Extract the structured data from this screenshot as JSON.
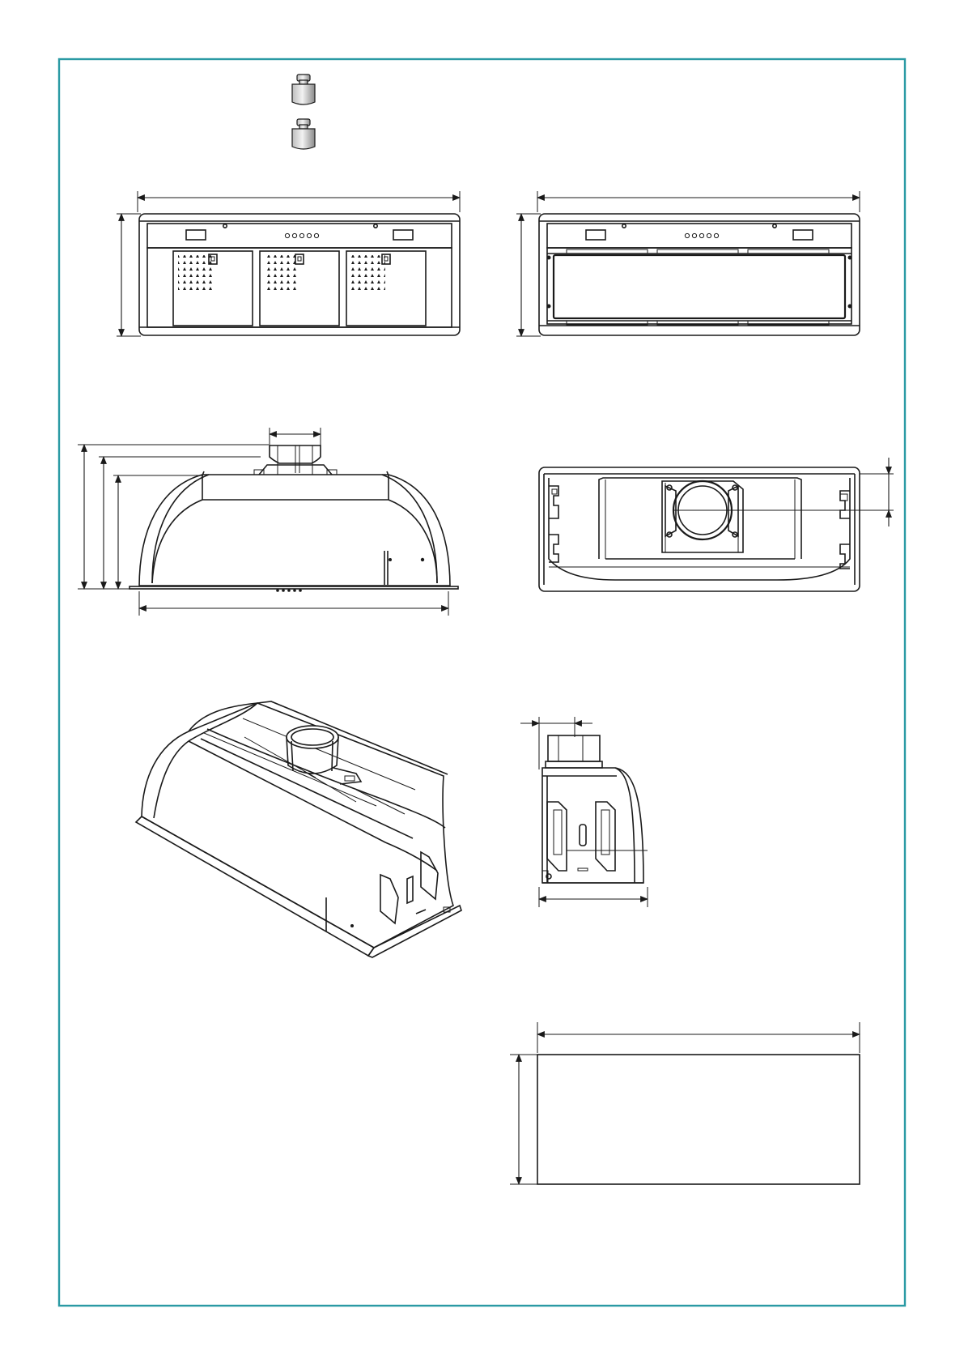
{
  "page": {
    "frame_color": "#2a9aa4",
    "line_color": "#1a1a1a",
    "background": "#ffffff"
  },
  "views": [
    {
      "id": "accessory-weights",
      "icon": "weight-icon",
      "count": 2
    },
    {
      "id": "front-view-filters"
    },
    {
      "id": "front-view-panel"
    },
    {
      "id": "side-elevation"
    },
    {
      "id": "top-view"
    },
    {
      "id": "isometric-view"
    },
    {
      "id": "end-view"
    },
    {
      "id": "cutout-template"
    }
  ]
}
